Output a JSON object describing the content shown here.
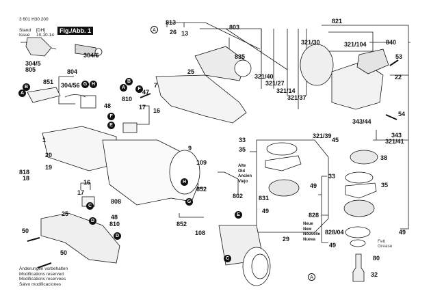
{
  "header": {
    "part_number": "3 601 H30 200",
    "stand_label": "Stand",
    "issue_label": "Issue",
    "stand_value": "[DH]",
    "issue_date": "10-10-14",
    "figure_label": "Fig./Abb. 1"
  },
  "callouts": {
    "c813": "813",
    "c803": "803",
    "c821": "821",
    "c26": "26",
    "c13": "13",
    "c835": "835",
    "c840": "840",
    "c321_30": "321/30",
    "c321_104": "321/104",
    "c53": "53",
    "c22": "22",
    "c304_6": "304/6",
    "c304_5": "304/5",
    "c805": "805",
    "c804": "804",
    "c851": "851",
    "c304_56": "304/56",
    "c25_top": "25",
    "c321_40": "321/40",
    "c321_27": "321/27",
    "c321_14": "321/14",
    "c321_37": "321/37",
    "c7": "7",
    "c47": "47",
    "c810_top": "810",
    "c48_top": "48",
    "c17_top": "17",
    "c16_top": "16",
    "c54": "54",
    "c343_44": "343/44",
    "c343": "343",
    "c321_41": "321/41",
    "c321_39": "321/39",
    "c45": "45",
    "c1": "1",
    "c9": "9",
    "c33_left": "33",
    "c35_left": "35",
    "c38": "38",
    "c20": "20",
    "c109": "109",
    "c49_a": "49",
    "c19": "19",
    "c818": "818",
    "c18": "18",
    "c831": "831",
    "c49_b": "49",
    "c33_right": "33",
    "c35_right": "35",
    "c16_bot": "16",
    "c17_bot": "17",
    "c808": "808",
    "c852_top": "852",
    "c802": "802",
    "c828": "828",
    "c48_bot": "48",
    "c810_bot": "810",
    "c852_bot": "852",
    "c828_04": "828/04",
    "c49_c": "49",
    "c49_d": "49",
    "c25_bot": "25",
    "c50_a": "50",
    "c108": "108",
    "c29": "29",
    "c80": "80",
    "c50_b": "50",
    "c32": "32"
  },
  "markers": {
    "A": "A",
    "B": "B",
    "C": "C",
    "D": "D",
    "E": "E",
    "F": "F",
    "G": "G",
    "H": "H"
  },
  "legend_old": [
    "Alte",
    "Old",
    "Ancien",
    "Viejo"
  ],
  "legend_new": [
    "Neue",
    "New",
    "Nouvelle",
    "Nueva"
  ],
  "grease": [
    "Fett",
    "Grease"
  ],
  "footer": [
    "Änderungen vorbehalten",
    "Modifications reserved",
    "Modifications reservees",
    "Salvo modificaciones"
  ]
}
